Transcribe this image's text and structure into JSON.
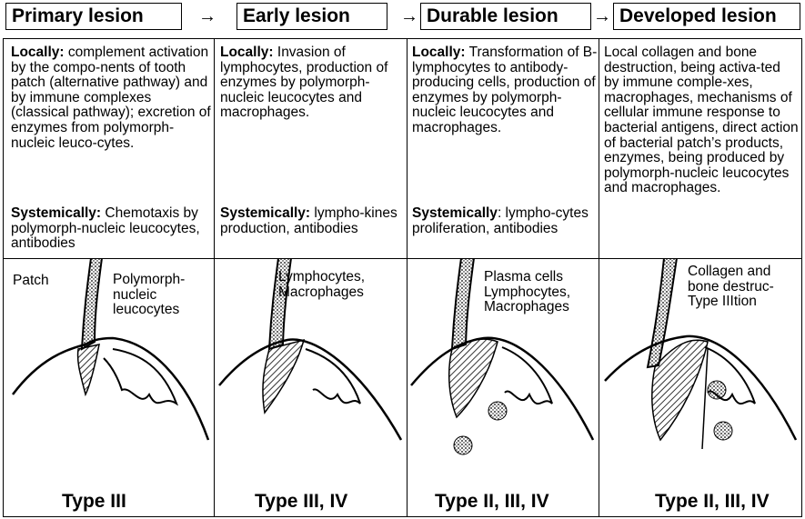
{
  "stages": [
    {
      "title": "Primary lesion"
    },
    {
      "title": "Early lesion"
    },
    {
      "title": "Durable lesion"
    },
    {
      "title": "Developed lesion"
    }
  ],
  "arrow": "→",
  "cells": [
    {
      "local_head": "Locally:",
      "local_text": " complement activation by the compo-nents of tooth patch (alternative pathway) and by immune complexes (classical pathway); excretion of enzymes from polymorph-nucleic leuco-cytes.",
      "sys_head": "Systemically:",
      "sys_text": " Chemotaxis by  polymorph-nucleic leucocytes, antibodies"
    },
    {
      "local_head": "Locally:",
      "local_text": " Invasion of lymphocytes, production of enzymes by polymorph-nucleic leucocytes and macrophages.",
      "sys_head": "Systemically:",
      "sys_text": " lympho-kines production, antibodies"
    },
    {
      "local_head": "Locally:",
      "local_text": " Transformation of B-lymphocytes to antibody-producing cells,  production of enzymes by polymorph-nucleic leucocytes and macrophages.",
      "sys_head": "Systemically",
      "sys_text": ": lympho-cytes proliferation, antibodies"
    },
    {
      "local_text": "Local collagen and bone destruction, being activa-ted by immune comple-xes, macrophages, mechanisms of cellular immune response to bacterial antigens, direct action of bacterial patch’s products, enzymes, being produced by polymorph-nucleic leucocytes and macrophages."
    }
  ],
  "panels": [
    {
      "labels": [
        "Patch",
        "Polymorph-\nnucleic\nleucocytes"
      ],
      "type": "Type III"
    },
    {
      "labels": [
        "Lymphocytes,\nMacrophages"
      ],
      "type": "Type III, IV"
    },
    {
      "labels": [
        "Plasma cells\nLymphocytes,\nMacrophages"
      ],
      "type": "Type II, III, IV"
    },
    {
      "labels": [
        "Collagen and\nbone destruc-\nType IIItion"
      ],
      "type": "Type II, III, IV"
    }
  ]
}
